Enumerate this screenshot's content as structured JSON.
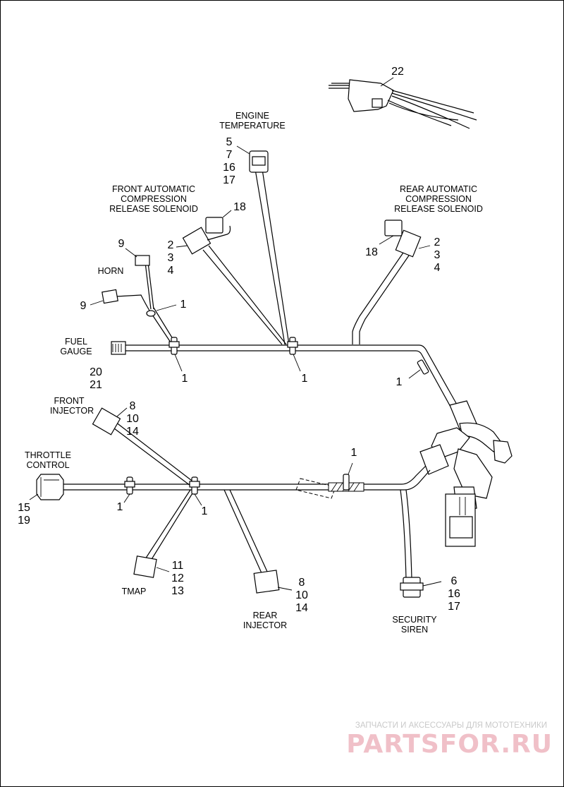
{
  "labels": {
    "engine_temperature": [
      "ENGINE",
      "TEMPERATURE"
    ],
    "front_acr": [
      "FRONT AUTOMATIC",
      "COMPRESSION",
      "RELEASE SOLENOID"
    ],
    "rear_acr": [
      "REAR AUTOMATIC",
      "COMPRESSION",
      "RELEASE SOLENOID"
    ],
    "horn": "HORN",
    "fuel_gauge": [
      "FUEL",
      "GAUGE"
    ],
    "front_injector": [
      "FRONT",
      "INJECTOR"
    ],
    "throttle_control": [
      "THROTTLE",
      "CONTROL"
    ],
    "tmap": "TMAP",
    "rear_injector": [
      "REAR",
      "INJECTOR"
    ],
    "security_siren": [
      "SECURITY",
      "SIREN"
    ]
  },
  "callouts": {
    "harness_22": "22",
    "engine_temp": [
      "5",
      "7",
      "16",
      "17"
    ],
    "front_acr_18": "18",
    "front_acr": [
      "2",
      "3",
      "4"
    ],
    "rear_acr": [
      "2",
      "3",
      "4"
    ],
    "rear_acr_18": "18",
    "horn_top": "9",
    "horn_bottom": "9",
    "horn_clip": "1",
    "fuel_gauge": [
      "20",
      "21"
    ],
    "clip_left": "1",
    "clip_mid": "1",
    "clip_right": "1",
    "front_injector": [
      "8",
      "10",
      "14"
    ],
    "throttle_control": [
      "15",
      "19"
    ],
    "clip_lower_left": "1",
    "clip_lower_mid": "1",
    "clip_lower_right": "1",
    "tmap": [
      "11",
      "12",
      "13"
    ],
    "rear_injector": [
      "8",
      "10",
      "14"
    ],
    "security_siren": [
      "6",
      "16",
      "17"
    ]
  },
  "watermark": {
    "tagline": "ЗАПЧАСТИ И АКСЕССУАРЫ ДЛЯ МОТОТЕХНИКИ",
    "brand": "PARTSFOR.RU"
  }
}
